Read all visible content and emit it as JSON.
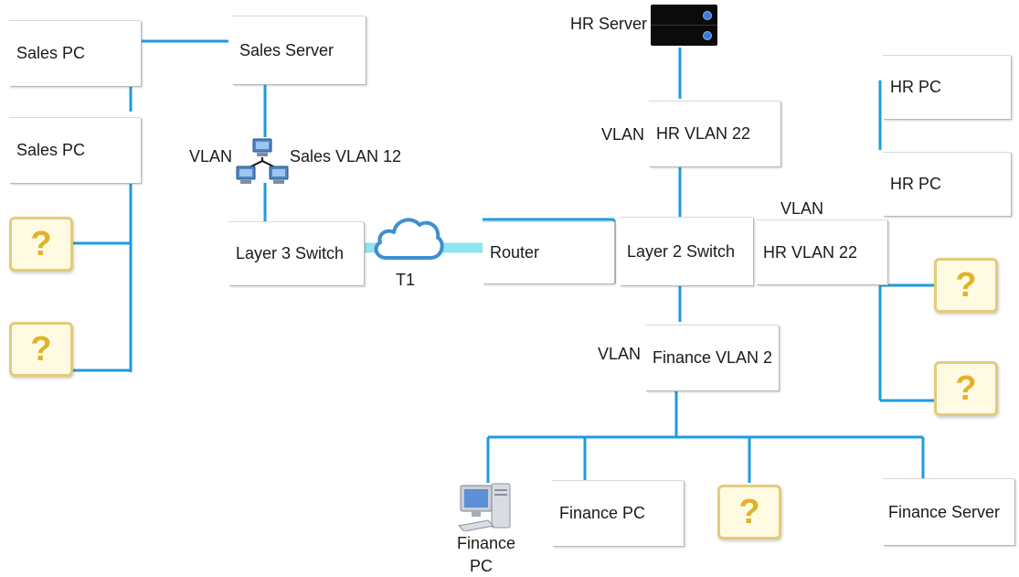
{
  "nodes": {
    "sales_pc_1": "Sales PC",
    "sales_pc_2": "Sales PC",
    "sales_server": "Sales Server",
    "sales_vlan": "Sales VLAN 12",
    "vlan_label_sales": "VLAN",
    "layer3_switch": "Layer 3 Switch",
    "t1": "T1",
    "router": "Router",
    "layer2_switch": "Layer 2 Switch",
    "hr_server": "HR Server",
    "vlan_label_hr_top": "VLAN",
    "hr_vlan_top": "HR VLAN 22",
    "vlan_label_hr_right": "VLAN",
    "hr_vlan_right": "HR VLAN 22",
    "hr_pc_1": "HR PC",
    "hr_pc_2": "HR PC",
    "vlan_label_finance": "VLAN",
    "finance_vlan": "Finance VLAN 2",
    "finance_pc_icon_line1": "Finance",
    "finance_pc_icon_line2": "PC",
    "finance_pc": "Finance PC",
    "finance_server": "Finance Server"
  },
  "unknown_device": "?",
  "colors": {
    "link": "#1e9be0",
    "t1_link": "#8fe4ee",
    "cloud": "#3d8fd0",
    "question_mark": "#e0b328"
  },
  "icons": [
    "hr-server-icon",
    "network-icon",
    "cloud-icon",
    "desktop-pc-icon"
  ]
}
